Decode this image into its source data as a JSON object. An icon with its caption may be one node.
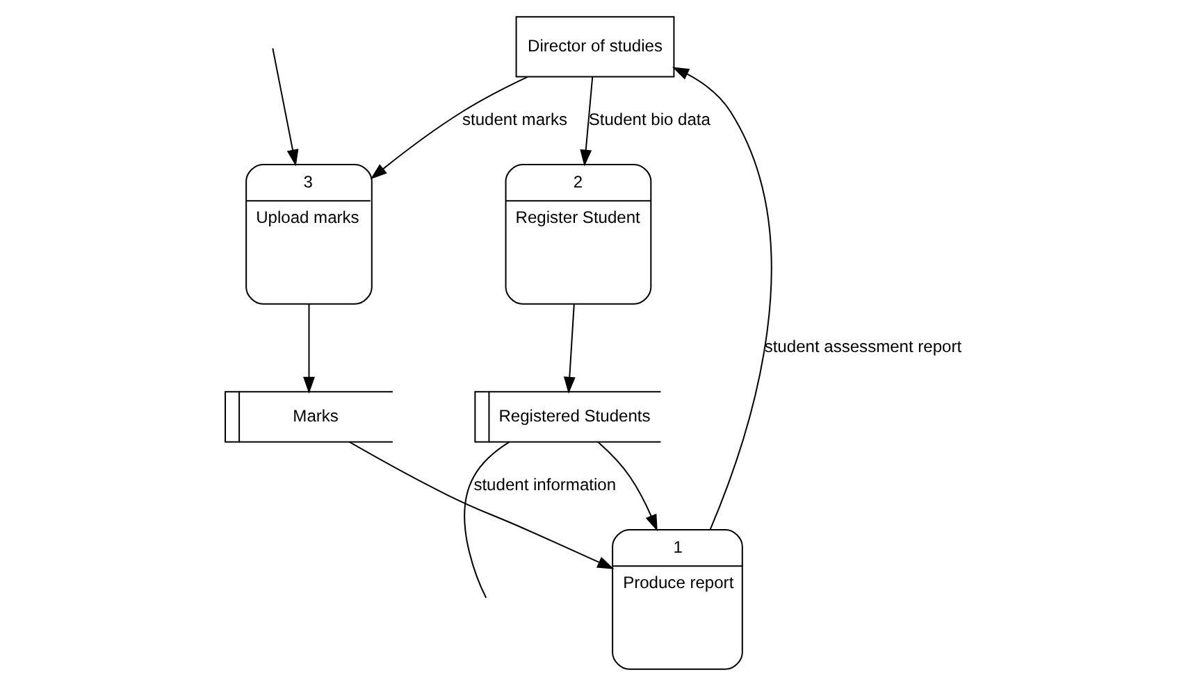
{
  "diagram": {
    "nodes": [
      {
        "text": [
          "Director of studies"
        ]
      },
      {
        "text": [
          "1",
          "Produce report"
        ]
      },
      {
        "text": [
          "2",
          "Register Student"
        ]
      },
      {
        "text": [
          "3",
          "Upload marks"
        ]
      },
      {
        "text": [
          "Marks"
        ]
      },
      {
        "text": [
          "Registered Students"
        ]
      }
    ],
    "edges": [
      {
        "from": 0,
        "to": 3,
        "arrow": "to",
        "label": "student marks"
      },
      {
        "from": 1,
        "to": 0,
        "arrow": "to",
        "label": "student assessment report"
      },
      {
        "from": 0,
        "to": 2,
        "arrow": "to",
        "label": "Student bio data"
      },
      {
        "from": null,
        "to": 3,
        "arrow": "to"
      },
      {
        "from": 3,
        "to": 4,
        "arrow": "to"
      },
      {
        "from": 4,
        "to": 1,
        "arrow": "to"
      },
      {
        "from": 2,
        "to": 5,
        "arrow": "to"
      },
      {
        "from": 5,
        "to": 1,
        "arrow": "to"
      },
      {
        "from": 5,
        "to": null,
        "arrow": "none",
        "label": "student information"
      }
    ]
  }
}
